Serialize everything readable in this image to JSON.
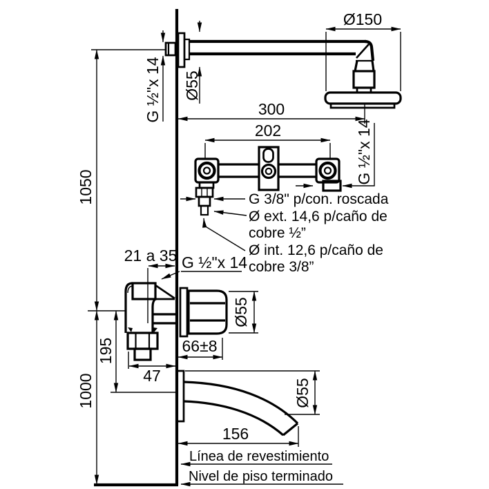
{
  "drawing": {
    "title_context": "shower-and-spout-installation-dimension-drawing",
    "dimensions": {
      "shower_head_diameter": "Ø150",
      "arm_length": "300",
      "body_width": "202",
      "height_upper": "1050",
      "height_lower": "1000",
      "valve_to_spout": "195",
      "elbow_depth": "47",
      "wall_thickness_range": "21 a 35",
      "handle_projection": "66±8",
      "spout_length": "156",
      "flange_diameter": "Ø55"
    },
    "threads": {
      "g_half": "G ½\"x 14",
      "g_three_eighths": "G 3/8\" p/con. roscada"
    },
    "notes": {
      "ext_line1": "Ø ext. 14,6 p/caño de",
      "ext_line2": "cobre ½”",
      "int_line1": "Ø int. 12,6 p/caño de",
      "int_line2": "cobre 3/8”"
    },
    "reference_lines": {
      "cladding": "Línea de revestimiento",
      "floor": "Nivel de piso terminado"
    },
    "colors": {
      "line": "#000000",
      "background": "#ffffff"
    }
  }
}
